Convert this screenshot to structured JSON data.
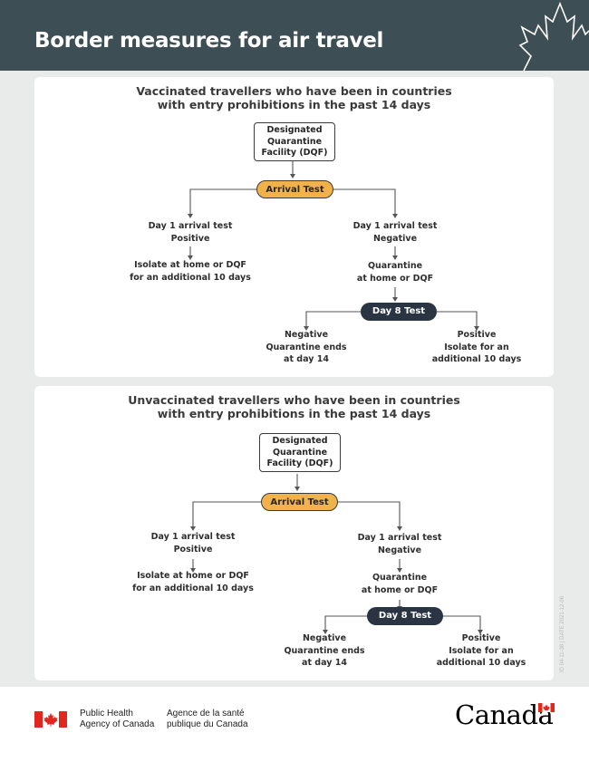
{
  "header": {
    "title": "Border measures for air travel"
  },
  "panels": [
    {
      "title_line1": "Vaccinated travellers who have been in countries",
      "title_line2": "with entry prohibitions in the past 14 days",
      "dqf": [
        "Designated",
        "Quarantine",
        "Facility (DQF)"
      ],
      "arrival_test": "Arrival Test",
      "left_test": [
        "Day 1 arrival test",
        "Positive"
      ],
      "left_outcome": [
        "Isolate at home or DQF",
        "for an additional 10 days"
      ],
      "right_test": [
        "Day 1 arrival test",
        "Negative"
      ],
      "right_quarantine": [
        "Quarantine",
        "at home or DQF"
      ],
      "day8": "Day 8 Test",
      "negative_outcome": [
        "Negative",
        "Quarantine ends",
        "at day 14"
      ],
      "positive_outcome": [
        "Positive",
        "Isolate for an",
        "additional 10 days"
      ]
    },
    {
      "title_line1": "Unvaccinated travellers who have been in countries",
      "title_line2": "with entry prohibitions in the past 14 days",
      "dqf": [
        "Designated",
        "Quarantine",
        "Facility (DQF)"
      ],
      "arrival_test": "Arrival Test",
      "left_test": [
        "Day 1 arrival test",
        "Positive"
      ],
      "left_outcome": [
        "Isolate at home or DQF",
        "for an additional 10 days"
      ],
      "right_test": [
        "Day 1 arrival test",
        "Negative"
      ],
      "right_quarantine": [
        "Quarantine",
        "at home or DQF"
      ],
      "day8": "Day 8 Test",
      "negative_outcome": [
        "Negative",
        "Quarantine ends",
        "at day 14"
      ],
      "positive_outcome": [
        "Positive",
        "Isolate for an",
        "additional 10 days"
      ]
    }
  ],
  "side_id": "ID 04-11-38 | DATE 2021-12-06",
  "footer": {
    "en_line1": "Public Health",
    "en_line2": "Agency of Canada",
    "fr_line1": "Agence de la santé",
    "fr_line2": "publique du Canada",
    "wordmark": "Canada"
  },
  "colors": {
    "header": "#3d4f55",
    "arrival_pill": "#f1b24b",
    "day8_pill": "#2a3442",
    "flag_red": "#e0281e"
  },
  "icons": [
    "maple-leaf-outline-icon",
    "canada-flag-icon"
  ]
}
